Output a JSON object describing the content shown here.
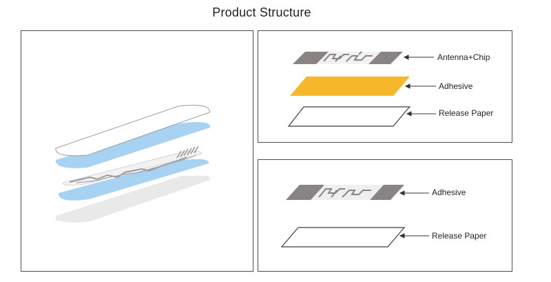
{
  "title": "Product Structure",
  "top_right": {
    "labels": [
      "Antenna+Chip",
      "Adhesive",
      "Release Paper"
    ]
  },
  "bottom_right": {
    "labels": [
      "Adhesive",
      "Release Paper"
    ]
  },
  "colors": {
    "adhesive_fill": "#f6b72a",
    "antenna_gray": "#8a8383",
    "blue_layer": "#a8d2f2",
    "shadow_layer": "#e6e6e6",
    "border": "#4a4a4a"
  }
}
